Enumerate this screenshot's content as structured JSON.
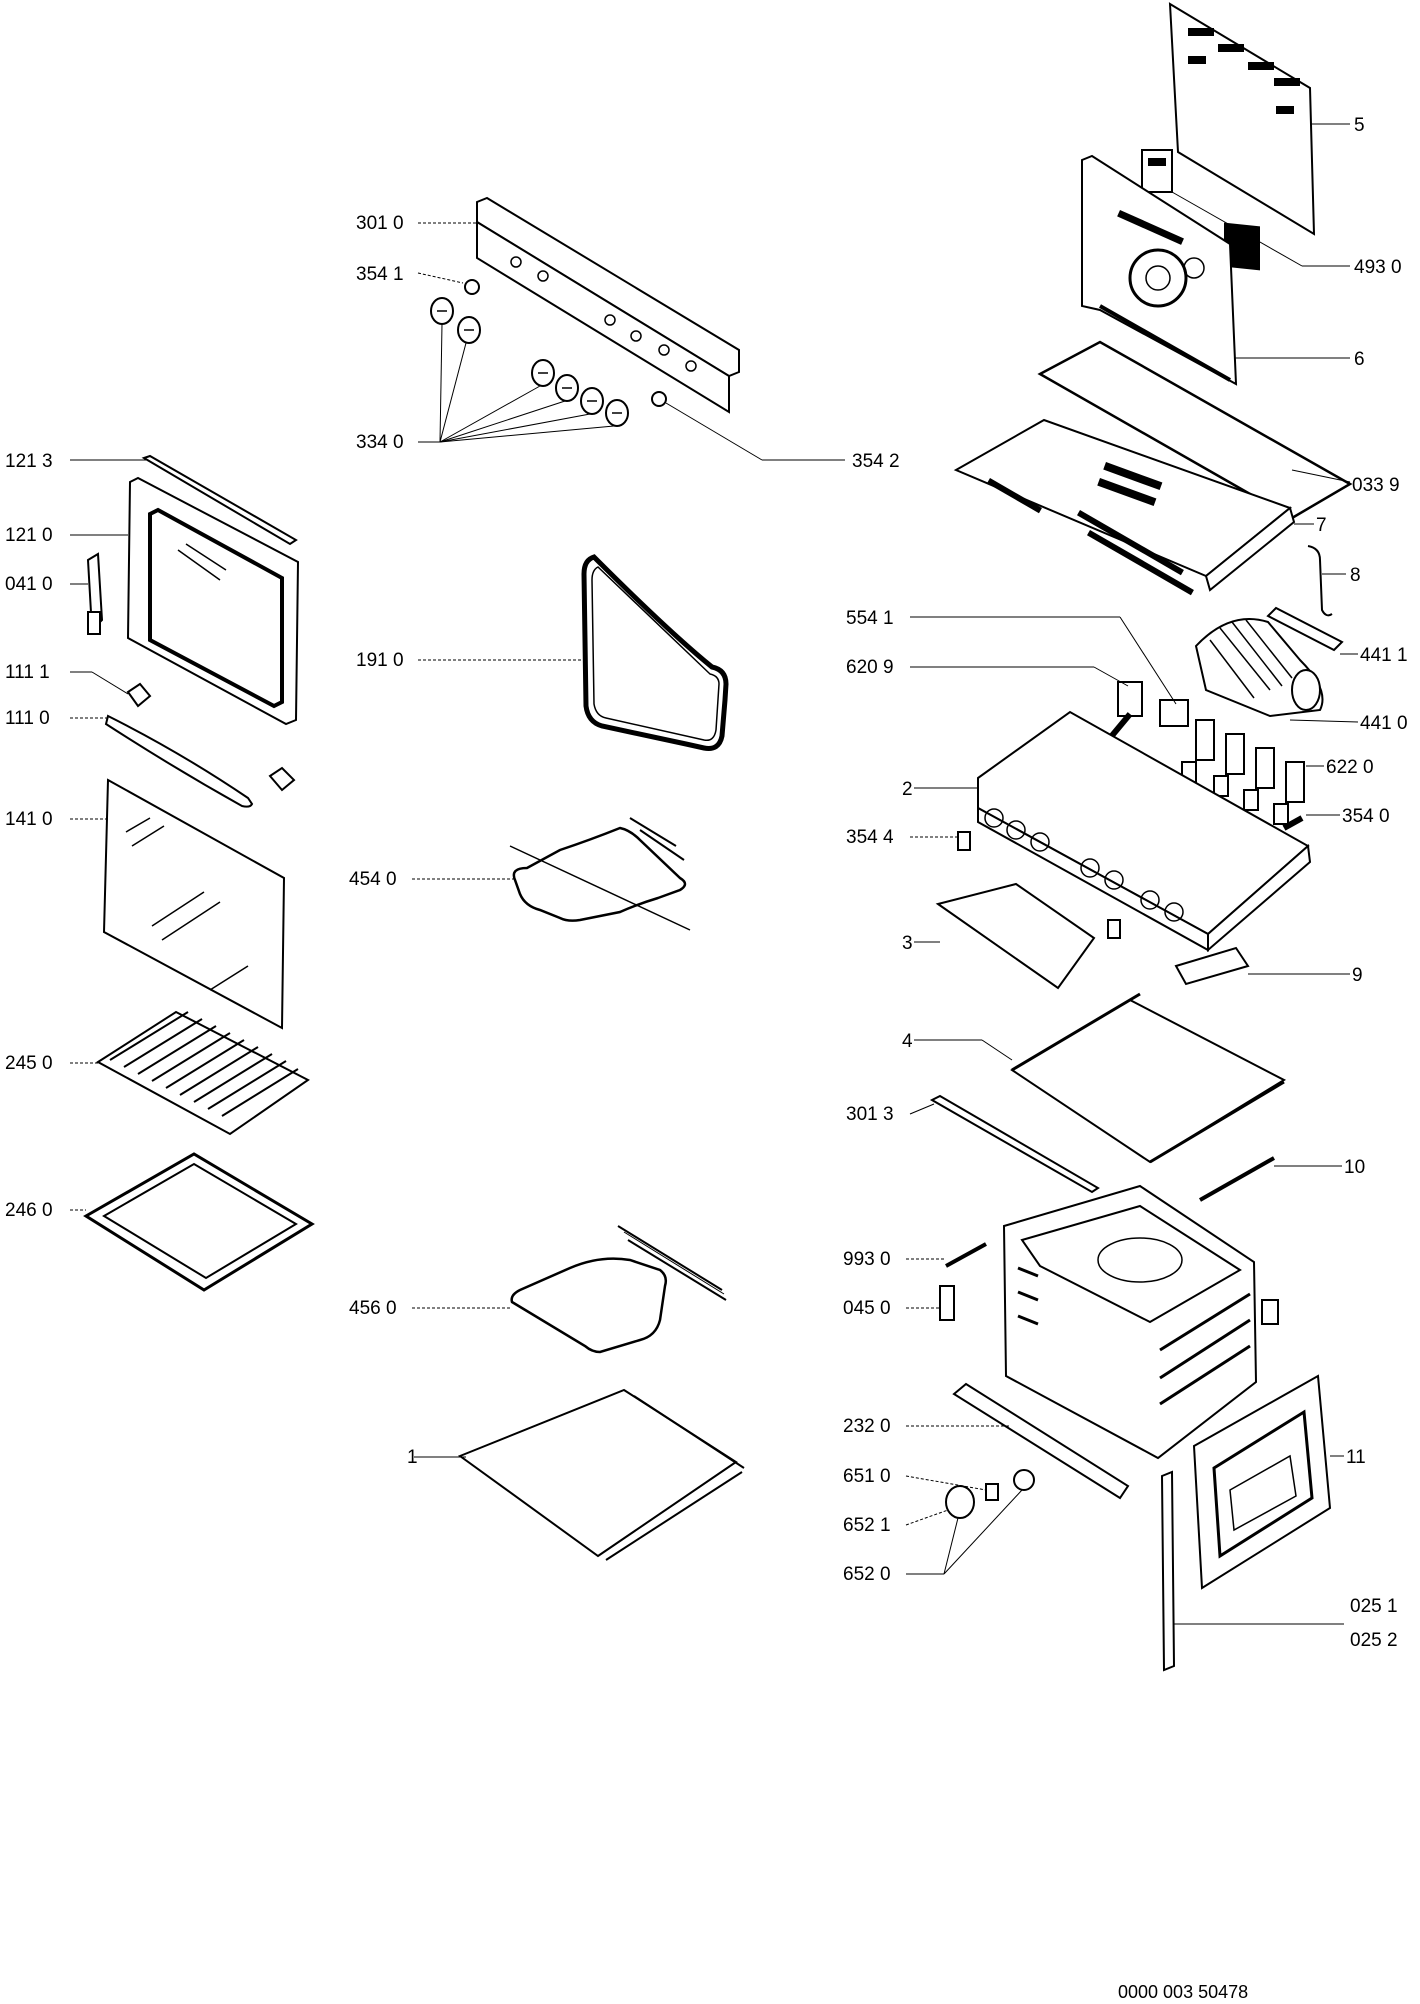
{
  "callouts": {
    "c3010": "301 0",
    "c3541": "354 1",
    "c3340": "334 0",
    "c3542": "354 2",
    "c1213": "121 3",
    "c1210": "121 0",
    "c0410": "041 0",
    "c1111": "111 1",
    "c1110": "111 0",
    "c1410": "141 0",
    "c2450": "245 0",
    "c2460": "246 0",
    "c1910": "191 0",
    "c4540": "454 0",
    "c4560": "456 0",
    "c1": "1",
    "c5": "5",
    "c4930": "493 0",
    "c6": "6",
    "c0339": "033 9",
    "c7": "7",
    "c8": "8",
    "c5541": "554 1",
    "c6209": "620 9",
    "c4411": "441 1",
    "c4410": "441 0",
    "c6220": "622 0",
    "c2": "2",
    "c3540": "354 0",
    "c3544": "354 4",
    "c3": "3",
    "c9": "9",
    "c4": "4",
    "c3013": "301 3",
    "c10": "10",
    "c9930": "993 0",
    "c0450": "045 0",
    "c2320": "232 0",
    "c11": "11",
    "c6510": "651 0",
    "c6521": "652 1",
    "c6520": "652 0",
    "c0251": "025 1",
    "c0252": "025 2"
  },
  "footer": {
    "document_code": "0000 003 50478"
  }
}
